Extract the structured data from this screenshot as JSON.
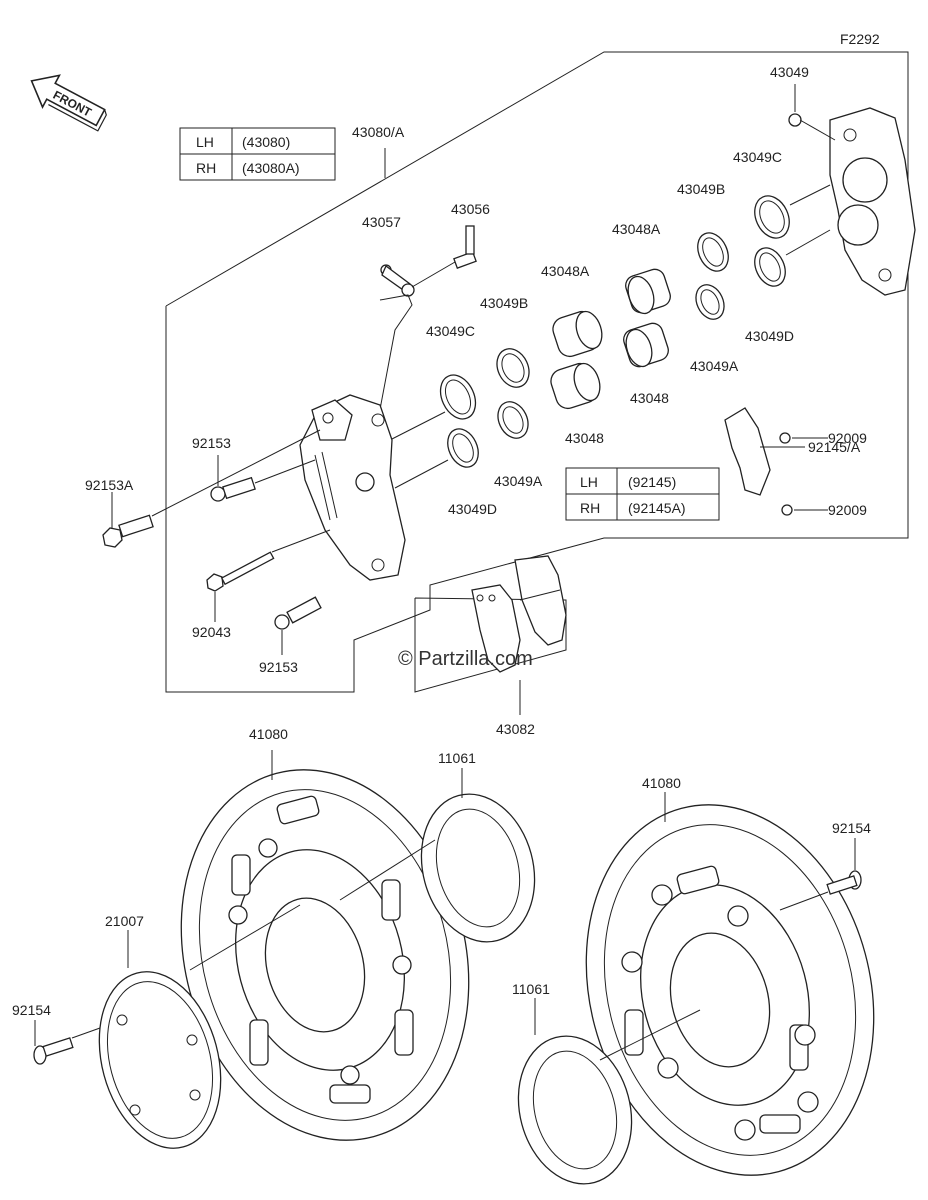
{
  "figure_code": "F2292",
  "front_label": "FRONT",
  "watermark": "© Partzilla.com",
  "tables": {
    "caliper": {
      "rows": [
        {
          "side": "LH",
          "part": "(43080)"
        },
        {
          "side": "RH",
          "part": "(43080A)"
        }
      ]
    },
    "cover": {
      "rows": [
        {
          "side": "LH",
          "part": "(92145)"
        },
        {
          "side": "RH",
          "part": "(92145A)"
        }
      ]
    }
  },
  "labels": {
    "43080A": "43080/A",
    "43057": "43057",
    "43056": "43056",
    "43049_top": "43049",
    "43049C_right": "43049C",
    "43049B_right": "43049B",
    "43048A_right": "43048A",
    "43048A_left": "43048A",
    "43049B_left": "43049B",
    "43049C_left": "43049C",
    "43049D_right": "43049D",
    "43049A_right": "43049A",
    "43048_right": "43048",
    "43048_left": "43048",
    "43049A_left": "43049A",
    "43049D_left": "43049D",
    "92009_top": "92009",
    "92145A": "92145/A",
    "92009_bottom": "92009",
    "92153_top": "92153",
    "92153A": "92153A",
    "92043": "92043",
    "92153_bottom": "92153",
    "43082": "43082",
    "41080_left": "41080",
    "11061_top": "11061",
    "41080_right": "41080",
    "92154_right": "92154",
    "21007": "21007",
    "92154_left": "92154",
    "11061_bottom": "11061"
  }
}
